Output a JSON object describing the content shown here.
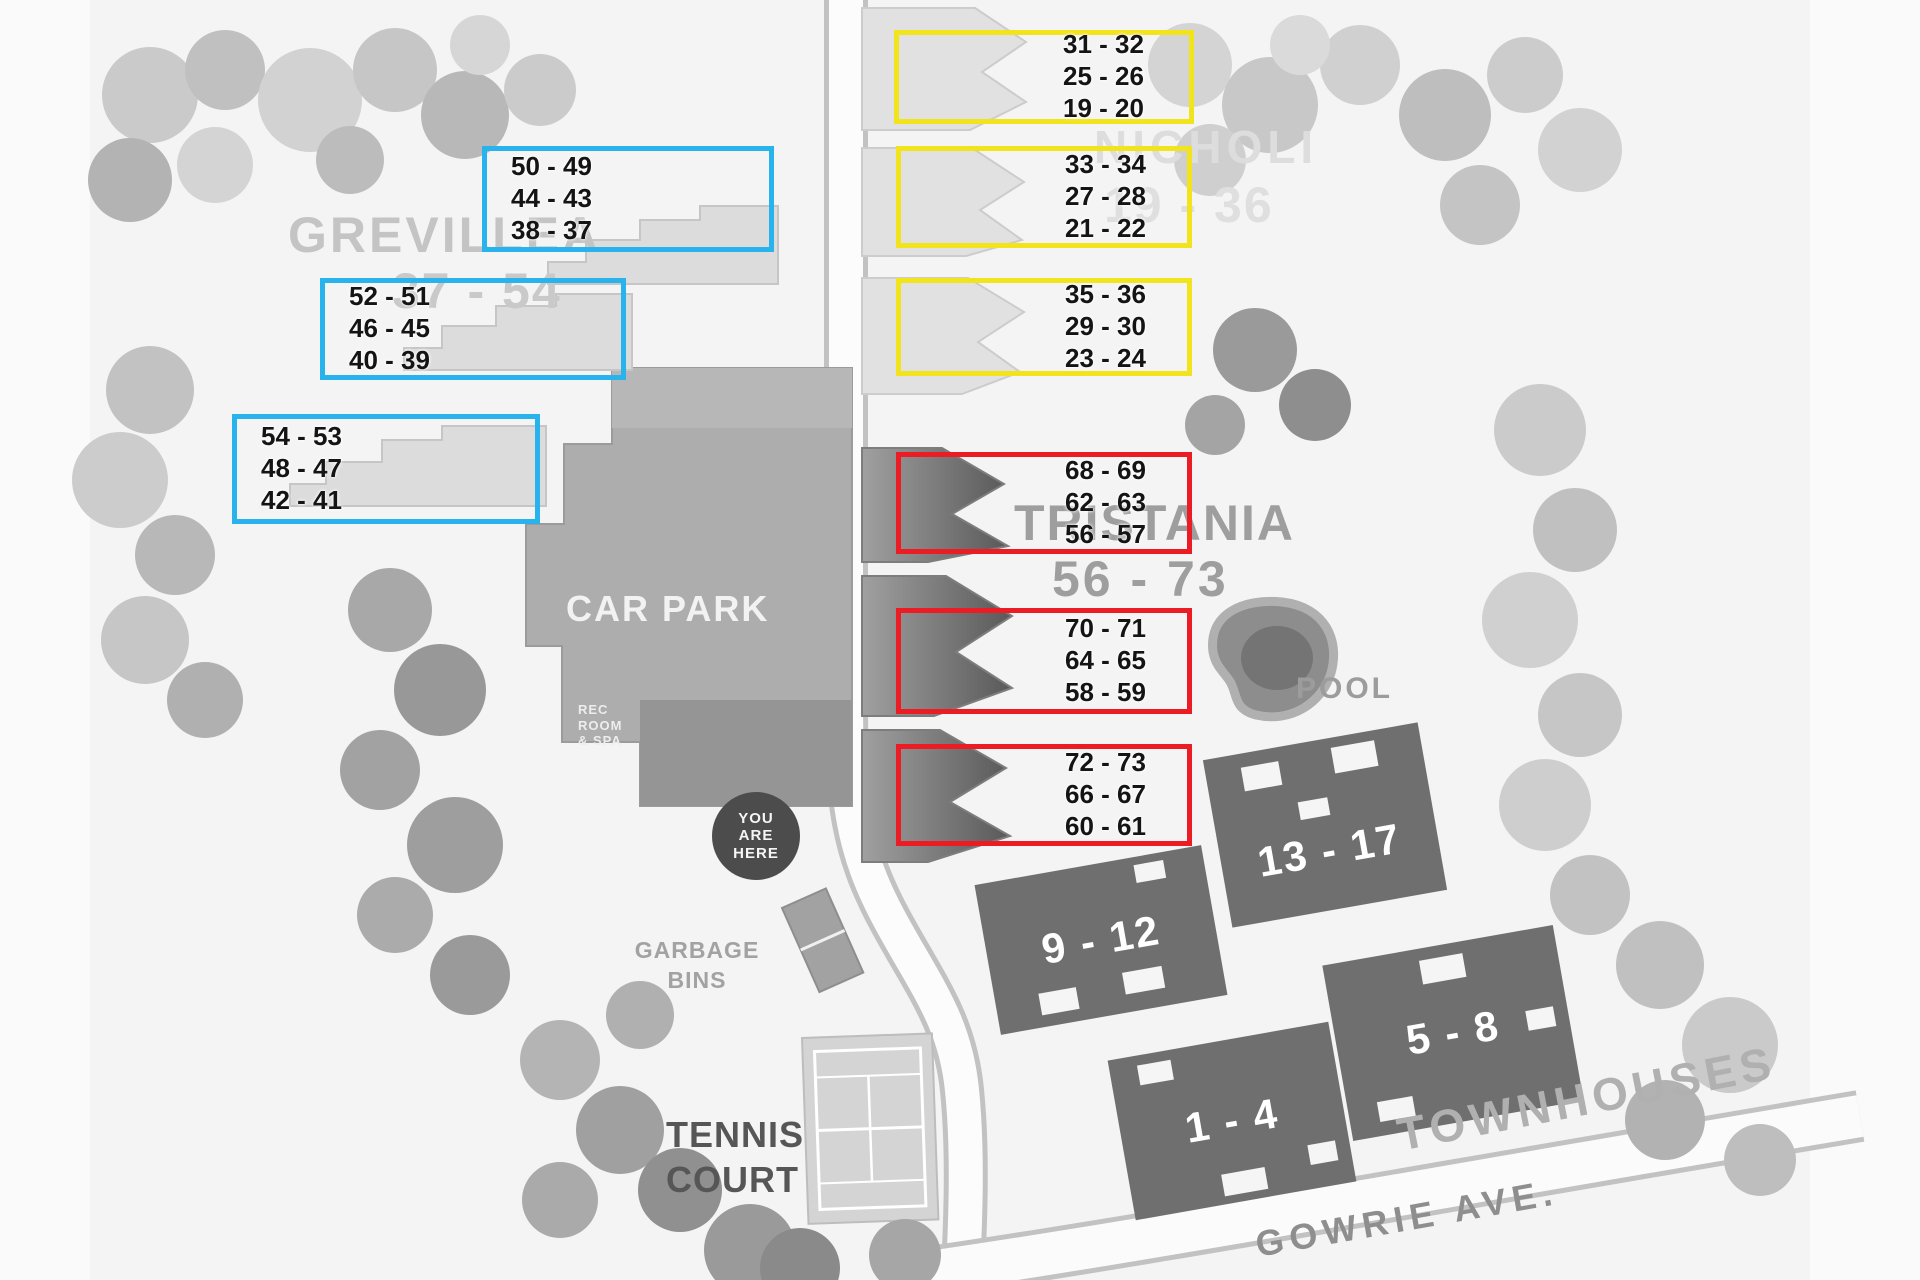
{
  "complexes": {
    "grevillea": {
      "name": "GREVILLEA",
      "range": "37 - 54"
    },
    "nicholi": {
      "name": "NICHOLI",
      "range": "19 - 36"
    },
    "tristania": {
      "name": "TRISTANIA",
      "range": "56 - 73"
    }
  },
  "annotations": {
    "grevillea_color": "#29b3ec",
    "nicholi_color": "#f2e41c",
    "tristania_color": "#ec1c24",
    "grevillea_boxes": [
      {
        "lines": [
          "50 - 49",
          "44 - 43",
          "38 - 37"
        ]
      },
      {
        "lines": [
          "52 - 51",
          "46 - 45",
          "40 - 39"
        ]
      },
      {
        "lines": [
          "54 - 53",
          "48 - 47",
          "42 - 41"
        ]
      }
    ],
    "nicholi_boxes": [
      {
        "lines": [
          "31 - 32",
          "25 - 26",
          "19 - 20"
        ]
      },
      {
        "lines": [
          "33 - 34",
          "27 - 28",
          "21 - 22"
        ]
      },
      {
        "lines": [
          "35 - 36",
          "29 - 30",
          "23 - 24"
        ]
      }
    ],
    "tristania_boxes": [
      {
        "lines": [
          "68 - 69",
          "62 - 63",
          "56 - 57"
        ]
      },
      {
        "lines": [
          "70 - 71",
          "64 - 65",
          "58 - 59"
        ]
      },
      {
        "lines": [
          "72 - 73",
          "66 - 67",
          "60 - 61"
        ]
      }
    ]
  },
  "labels": {
    "car_park": "CAR PARK",
    "pool": "POOL",
    "garbage_bins": [
      "GARBAGE",
      "BINS"
    ],
    "tennis_court": [
      "TENNIS",
      "COURT"
    ],
    "townhouses": "TOWNHOUSES",
    "gowrie_ave": "GOWRIE  AVE.",
    "you_are_here": [
      "YOU",
      "ARE",
      "HERE"
    ],
    "rec_room": [
      "REC",
      "ROOM",
      "& SPA"
    ]
  },
  "townhouse_blocks": [
    {
      "label": "13 - 17"
    },
    {
      "label": "9 - 12"
    },
    {
      "label": "5 - 8"
    },
    {
      "label": "1 - 4"
    }
  ]
}
